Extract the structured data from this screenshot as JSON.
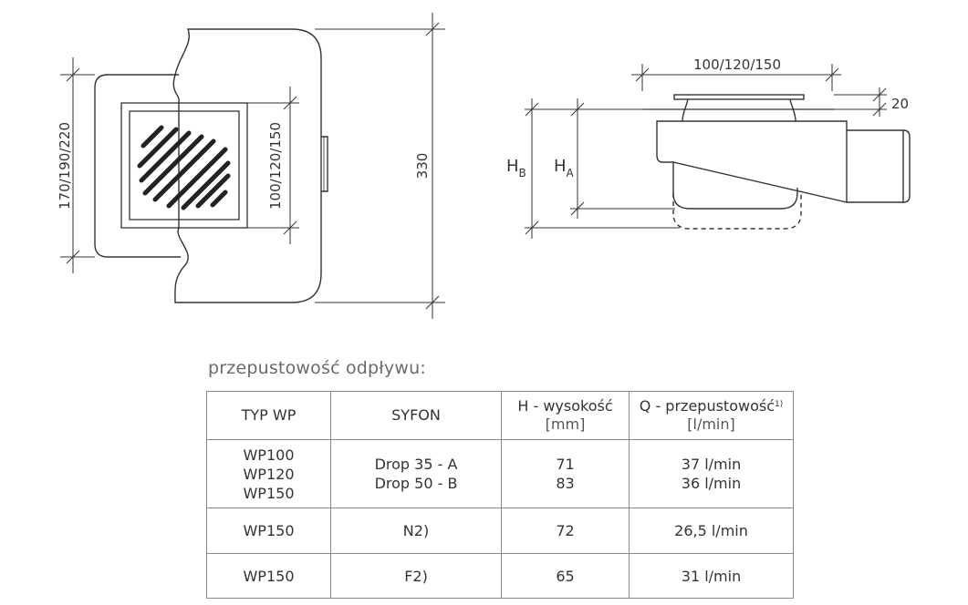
{
  "dimensions": {
    "plan_width": "170/190/220",
    "grate_size": "100/120/150",
    "plan_height": "330",
    "side_width": "100/120/150",
    "side_offset": "20",
    "hb_main": "H",
    "hb_sub": "B",
    "ha_main": "H",
    "ha_sub": "A"
  },
  "caption": "przepustowość odpływu:",
  "table": {
    "headers": {
      "type": "TYP WP",
      "siphon": "SYFON",
      "height_label": "H - wysokość",
      "height_unit": "[mm]",
      "flow_label": "Q - przepustowość",
      "flow_sup": "1)",
      "flow_unit": "[l/min]"
    },
    "rows": [
      {
        "type_lines": [
          "WP100",
          "WP120",
          "WP150"
        ],
        "siphon_lines": [
          "Drop 35 - A",
          "Drop 50 - B"
        ],
        "height_lines": [
          "71",
          "83"
        ],
        "flow_lines": [
          "37 l/min",
          "36 l/min"
        ]
      },
      {
        "type": "WP150",
        "siphon": "N2)",
        "height": "72",
        "flow": "26,5 l/min"
      },
      {
        "type": "WP150",
        "siphon": "F2)",
        "height": "65",
        "flow": "31 l/min"
      }
    ]
  }
}
